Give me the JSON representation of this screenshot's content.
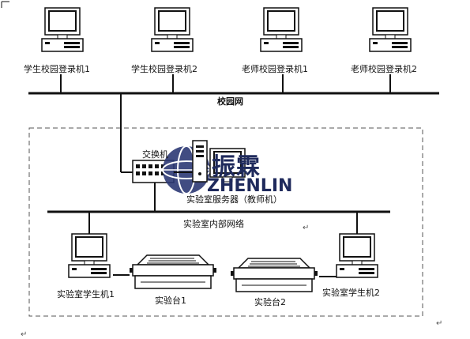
{
  "top_machines": [
    {
      "label": "学生校园登录机1"
    },
    {
      "label": "学生校园登录机2"
    },
    {
      "label": "老师校园登录机1"
    },
    {
      "label": "老师校园登录机2"
    }
  ],
  "campus_network": {
    "label": "校园网"
  },
  "switch": {
    "label": "交换机"
  },
  "server": {
    "label": "实验室服务器（教师机）"
  },
  "internal_network": {
    "label": "实验室内部网络"
  },
  "lab_students": [
    {
      "label": "实验室学生机1"
    },
    {
      "label": "实验室学生机2"
    }
  ],
  "benches": [
    {
      "label": "实验台1"
    },
    {
      "label": "实验台2"
    }
  ],
  "watermark": {
    "cn": "振霖",
    "en": "ZHENLIN"
  },
  "marks": {
    "return_symbol": "↵"
  },
  "colors": {
    "line": "#111111",
    "logo": "#1f2a5c",
    "screen": "#ffffff",
    "dashed": "#555555"
  }
}
